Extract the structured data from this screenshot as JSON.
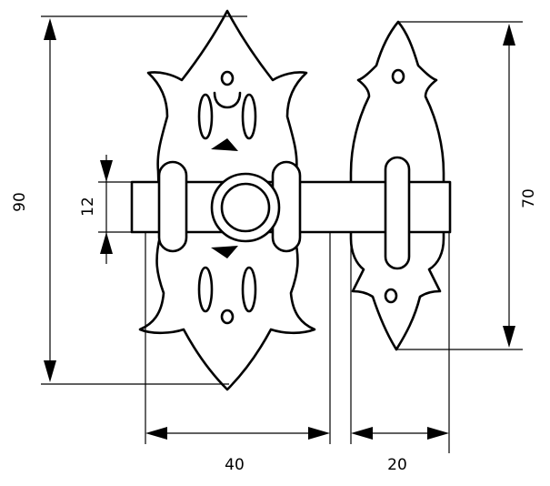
{
  "dimensions": {
    "height_main": "90",
    "height_bar": "12",
    "height_keeper": "70",
    "width_main": "40",
    "width_keeper": "20"
  }
}
